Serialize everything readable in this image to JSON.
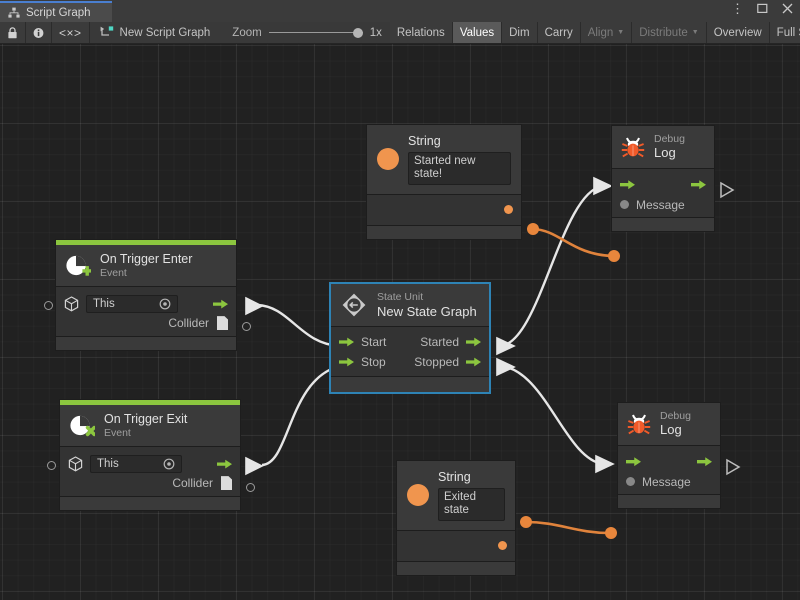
{
  "window": {
    "tab_label": "Script Graph",
    "tab_icon": "graph-icon",
    "kebab": "⋮",
    "maximize": "□",
    "close": "✕"
  },
  "toolbar": {
    "lock_icon": "lock-icon",
    "info_icon": "info-icon",
    "code_icon": "<×>",
    "graph_name": "New Script Graph",
    "zoom_label": "Zoom",
    "zoom_value": "1x",
    "buttons": [
      {
        "label": "Relations",
        "state": "normal"
      },
      {
        "label": "Values",
        "state": "active"
      },
      {
        "label": "Dim",
        "state": "normal"
      },
      {
        "label": "Carry",
        "state": "normal"
      },
      {
        "label": "Align",
        "state": "dim",
        "caret": true
      },
      {
        "label": "Distribute",
        "state": "dim",
        "caret": true
      },
      {
        "label": "Overview",
        "state": "normal"
      },
      {
        "label": "Full Scre",
        "state": "normal"
      }
    ]
  },
  "colors": {
    "accent_green": "#8cc63f",
    "selection_blue": "#2e83b5",
    "data_orange": "#e8863c",
    "canvas_bg": "#212121",
    "node_bg": "#333333",
    "header_bg": "#3a3a3a"
  },
  "nodes": {
    "string_top": {
      "icon": "string-value-icon",
      "title": "String",
      "value": "Started new state!"
    },
    "debug_log_top": {
      "icon": "bug-icon",
      "subtitle": "Debug",
      "title": "Log",
      "message_label": "Message"
    },
    "on_trigger_enter": {
      "icon": "event-enter-icon",
      "title": "On Trigger Enter",
      "subtitle": "Event",
      "target_icon": "gameobject-icon",
      "target_value": "This",
      "target_picker_icon": "target-picker-icon",
      "output_label": "Collider",
      "output_icon": "document-icon"
    },
    "on_trigger_exit": {
      "icon": "event-exit-icon",
      "title": "On Trigger Exit",
      "subtitle": "Event",
      "target_icon": "gameobject-icon",
      "target_value": "This",
      "target_picker_icon": "target-picker-icon",
      "output_label": "Collider",
      "output_icon": "document-icon"
    },
    "state_unit": {
      "icon": "state-unit-icon",
      "subtitle": "State Unit",
      "title": "New  State  Graph",
      "selected": true,
      "inputs": [
        "Start",
        "Stop"
      ],
      "outputs": [
        "Started",
        "Stopped"
      ]
    },
    "string_bottom": {
      "icon": "string-value-icon",
      "title": "String",
      "value": "Exited state"
    },
    "debug_log_bottom": {
      "icon": "bug-icon",
      "subtitle": "Debug",
      "title": "Log",
      "message_label": "Message"
    }
  }
}
